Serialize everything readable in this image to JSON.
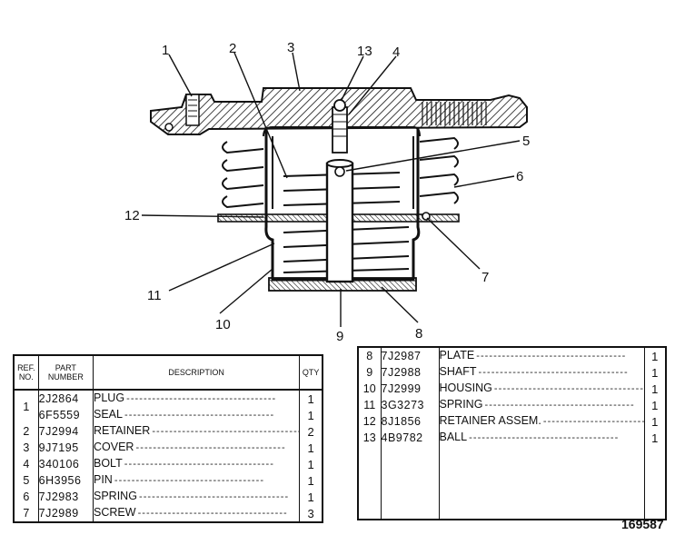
{
  "callouts": [
    "1",
    "2",
    "3",
    "13",
    "4",
    "5",
    "6",
    "12",
    "7",
    "11",
    "10",
    "9",
    "8"
  ],
  "table_headers": {
    "ref": [
      "REF.",
      "NO."
    ],
    "part": [
      "PART",
      "NUMBER"
    ],
    "description": "DESCRIPTION",
    "qty": "QTY"
  },
  "left_rows": [
    {
      "ref": "1",
      "part": "2J2864",
      "desc": "PLUG",
      "qty": "1"
    },
    {
      "ref": "",
      "part": "6F5559",
      "desc": "SEAL",
      "qty": "1"
    },
    {
      "ref": "2",
      "part": "7J2994",
      "desc": "RETAINER",
      "qty": "2"
    },
    {
      "ref": "3",
      "part": "9J7195",
      "desc": "COVER",
      "qty": "1"
    },
    {
      "ref": "4",
      "part": "340106",
      "desc": "BOLT",
      "qty": "1"
    },
    {
      "ref": "5",
      "part": "6H3956",
      "desc": "PIN",
      "qty": "1"
    },
    {
      "ref": "6",
      "part": "7J2983",
      "desc": "SPRING",
      "qty": "1"
    },
    {
      "ref": "7",
      "part": "7J2989",
      "desc": "SCREW",
      "qty": "3"
    }
  ],
  "right_rows": [
    {
      "ref": "8",
      "part": "7J2987",
      "desc": "PLATE",
      "qty": "1"
    },
    {
      "ref": "9",
      "part": "7J2988",
      "desc": "SHAFT",
      "qty": "1"
    },
    {
      "ref": "10",
      "part": "7J2999",
      "desc": "HOUSING",
      "qty": "1"
    },
    {
      "ref": "11",
      "part": "3G3273",
      "desc": "SPRING",
      "qty": "1"
    },
    {
      "ref": "12",
      "part": "8J1856",
      "desc": "RETAINER ASSEM.",
      "qty": "1"
    },
    {
      "ref": "13",
      "part": "4B9782",
      "desc": "BALL",
      "qty": "1"
    }
  ],
  "drawing_number": "169587"
}
